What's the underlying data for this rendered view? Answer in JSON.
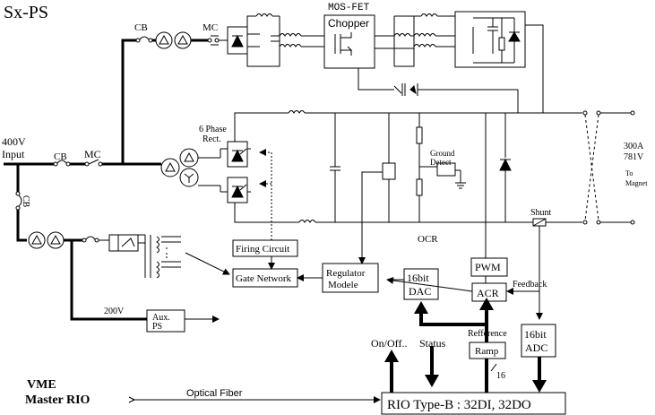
{
  "title": "Sx-PS",
  "labels": {
    "input": [
      "400V",
      "Input"
    ],
    "cb": "CB",
    "mc": "MC",
    "mosfet": "MOS-FET",
    "chopper": "Chopper",
    "six_phase": [
      "6 Phase",
      "Rect."
    ],
    "ground_detect": [
      "Ground",
      "Detect"
    ],
    "output_rating": [
      "300A",
      "781V"
    ],
    "to_magnet": [
      "To",
      "Magnet"
    ],
    "shunt": "Shunt",
    "ocr": "OCR",
    "firing_circuit": "Firing Circuit",
    "gate_network": "Gate Network",
    "regulator": [
      "Regulator",
      "Modele"
    ],
    "dac": [
      "16bit",
      "DAC"
    ],
    "pwm": "PWM",
    "acr": "ACR",
    "feedback": "Feedback",
    "adc": [
      "16bit",
      "ADC"
    ],
    "aux_ps": [
      "Aux.",
      "PS"
    ],
    "v200": "200V",
    "on_off": "On/Off..",
    "status": "Status",
    "refference": "Refference",
    "ramp": "Ramp",
    "bits16": "16",
    "vme": "VME",
    "master_rio": "Master RIO",
    "optical_fiber": "Optical Fiber",
    "rio": "RIO Type-B : 32DI,  32DO"
  }
}
